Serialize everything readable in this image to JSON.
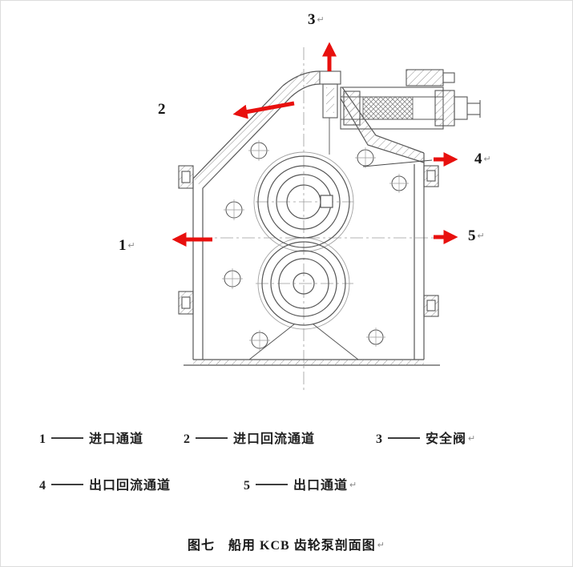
{
  "colors": {
    "arrow": "#e8100e",
    "line": "#565656"
  },
  "marks": {
    "return": "↵"
  },
  "callouts": [
    {
      "num": "1"
    },
    {
      "num": "2"
    },
    {
      "num": "3"
    },
    {
      "num": "4"
    },
    {
      "num": "5"
    }
  ],
  "legend": {
    "rows": [
      [
        {
          "num": "1",
          "text": "进口通道"
        },
        {
          "num": "2",
          "text": "进口回流通道"
        },
        {
          "num": "3",
          "text": "安全阀"
        }
      ],
      [
        {
          "num": "4",
          "text": "出口回流通道"
        },
        {
          "num": "5",
          "text": "出口通道"
        }
      ]
    ]
  },
  "caption": "图七　船用 KCB 齿轮泵剖面图"
}
